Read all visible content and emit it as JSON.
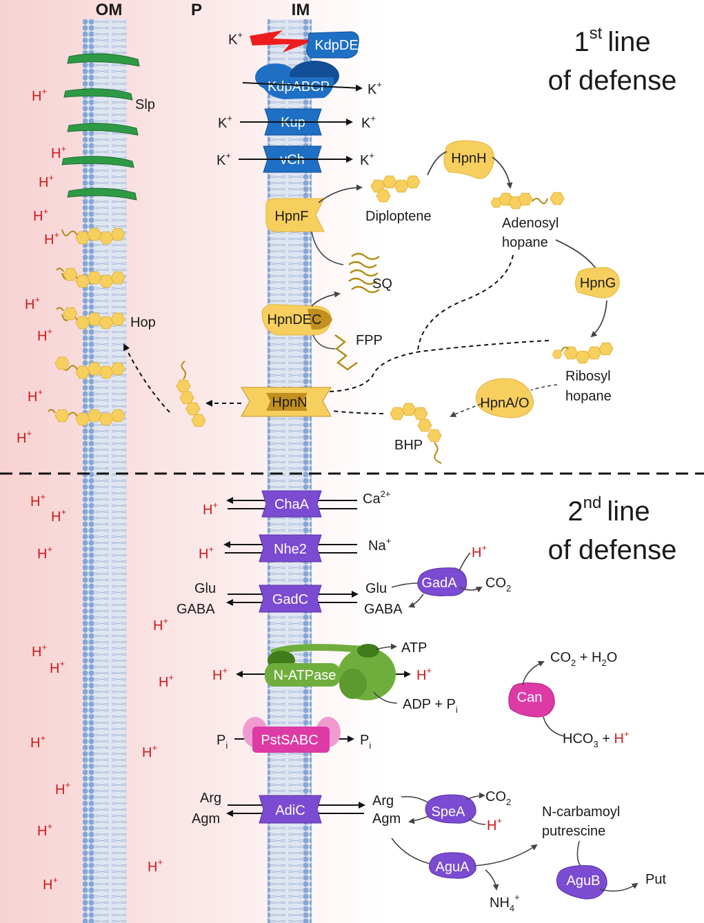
{
  "columns": {
    "om": "OM",
    "p": "P",
    "im": "IM"
  },
  "headings": {
    "first_prefix": "1",
    "first_sup": "st",
    "first_line": "line",
    "first_sub": "of defense",
    "second_prefix": "2",
    "second_sup": "nd",
    "second_line": "line",
    "second_sub": "of defense"
  },
  "proteins": {
    "kdpde": "KdpDE",
    "kdpabcp": "KdpABCP",
    "kup": "Kup",
    "vch": "vCh",
    "hpnf": "HpnF",
    "hpndec": "HpnDEC",
    "hpnn": "HpnN",
    "hpnh": "HpnH",
    "hpng": "HpnG",
    "hpnao": "HpnA/O",
    "chaa": "ChaA",
    "nhe2": "Nhe2",
    "gadc": "GadC",
    "gada": "GadA",
    "natpase": "N-ATPase",
    "can": "Can",
    "pstsabc": "PstSABC",
    "adic": "AdiC",
    "spea": "SpeA",
    "agua": "AguA",
    "agub": "AguB"
  },
  "labels": {
    "slp": "Slp",
    "hop": "Hop",
    "diploptene": "Diploptene",
    "adenosyl": "Adenosyl",
    "adenosyl2": "hopane",
    "ribosyl": "Ribosyl",
    "ribosyl2": "hopane",
    "bhp": "BHP",
    "sq": "SQ",
    "fpp": "FPP",
    "glu": "Glu",
    "gaba": "GABA",
    "atp": "ATP",
    "adp": "ADP + P",
    "adp_sub": "i",
    "co2h2o_a": "CO",
    "co2h2o_b": "2",
    "co2h2o_c": " + H",
    "co2h2o_d": "2",
    "co2h2o_e": "O",
    "hco3": "HCO",
    "hco3_sub": "3",
    "plus": " + ",
    "arg": "Arg",
    "agm": "Agm",
    "ncarb1": "N-carbamoyl",
    "ncarb2": "putrescine",
    "put": "Put",
    "nh4": "NH",
    "nh4_sub": "4",
    "nh4_sup": "+",
    "pi": "P",
    "pi_sub": "i",
    "co2": "CO",
    "co2_sub": "2",
    "ca": "Ca",
    "ca_sup": "2+",
    "na": "Na",
    "na_sup": "+",
    "k": "K",
    "k_sup": "+",
    "h": "H",
    "h_sup": "+"
  },
  "colors": {
    "membrane": "#c9d3e6",
    "bead": "#86a7d4",
    "blue": "#1f6fc4",
    "blue_dark": "#134f96",
    "yellow": "#f7cf5e",
    "yellow_dark": "#c29020",
    "purple": "#7b4bd1",
    "magenta": "#dd3aa6",
    "pink": "#f09bd0",
    "green": "#6fae3c",
    "green_dark": "#3f7d1a",
    "red": "#d01818",
    "slp": "#2f9a45"
  }
}
